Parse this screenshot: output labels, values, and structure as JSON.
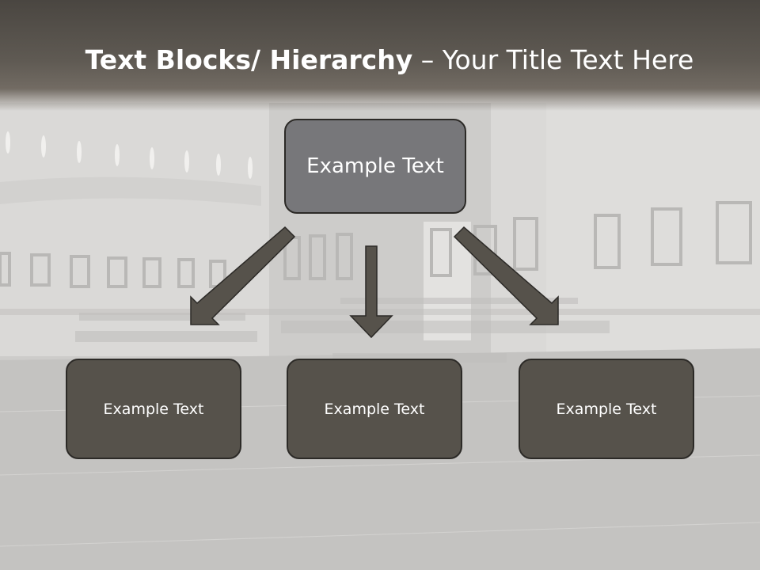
{
  "title": {
    "bold_part": "Text Blocks/ Hierarchy",
    "separator": " – ",
    "light_part": "Your Title Text Here"
  },
  "diagram": {
    "top": {
      "label": "Example Text"
    },
    "children": [
      {
        "label": "Example Text"
      },
      {
        "label": "Example Text"
      },
      {
        "label": "Example Text"
      }
    ]
  },
  "colors": {
    "header": "#5f5a53",
    "top_box": "#77777a",
    "child_box": "#56524b",
    "border": "#2c2a27",
    "arrow": "#56524b",
    "text": "#ffffff"
  },
  "icons": {
    "arrows": [
      "arrow-down-left-icon",
      "arrow-down-icon",
      "arrow-down-right-icon"
    ]
  }
}
